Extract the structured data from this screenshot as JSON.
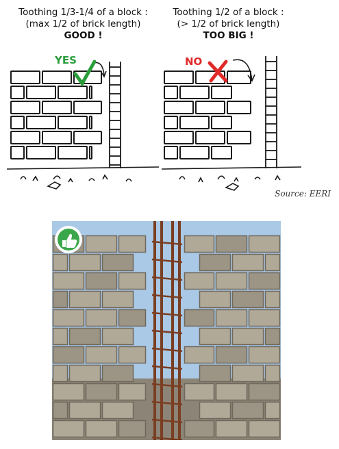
{
  "left_panel": {
    "caption_line1": "Toothing 1/3-1/4 of a block :",
    "caption_line2": "(max 1/2 of brick length)",
    "verdict": "GOOD !",
    "mark_label": "YES",
    "mark_color": "#2a9d3a"
  },
  "right_panel": {
    "caption_line1": "Toothing 1/2 of a block  :",
    "caption_line2": "(> 1/2 of brick length)",
    "verdict": "TOO BIG !",
    "mark_label": "NO",
    "mark_color": "#e02a2a"
  },
  "source": "Source: EERI",
  "photo": {
    "badge_icon": "thumbs-up-icon",
    "badge_color": "#3aa84a",
    "sky_color": "#a9c9e6",
    "block_color": "#a8a090",
    "rebar_color": "#7a3e22"
  }
}
